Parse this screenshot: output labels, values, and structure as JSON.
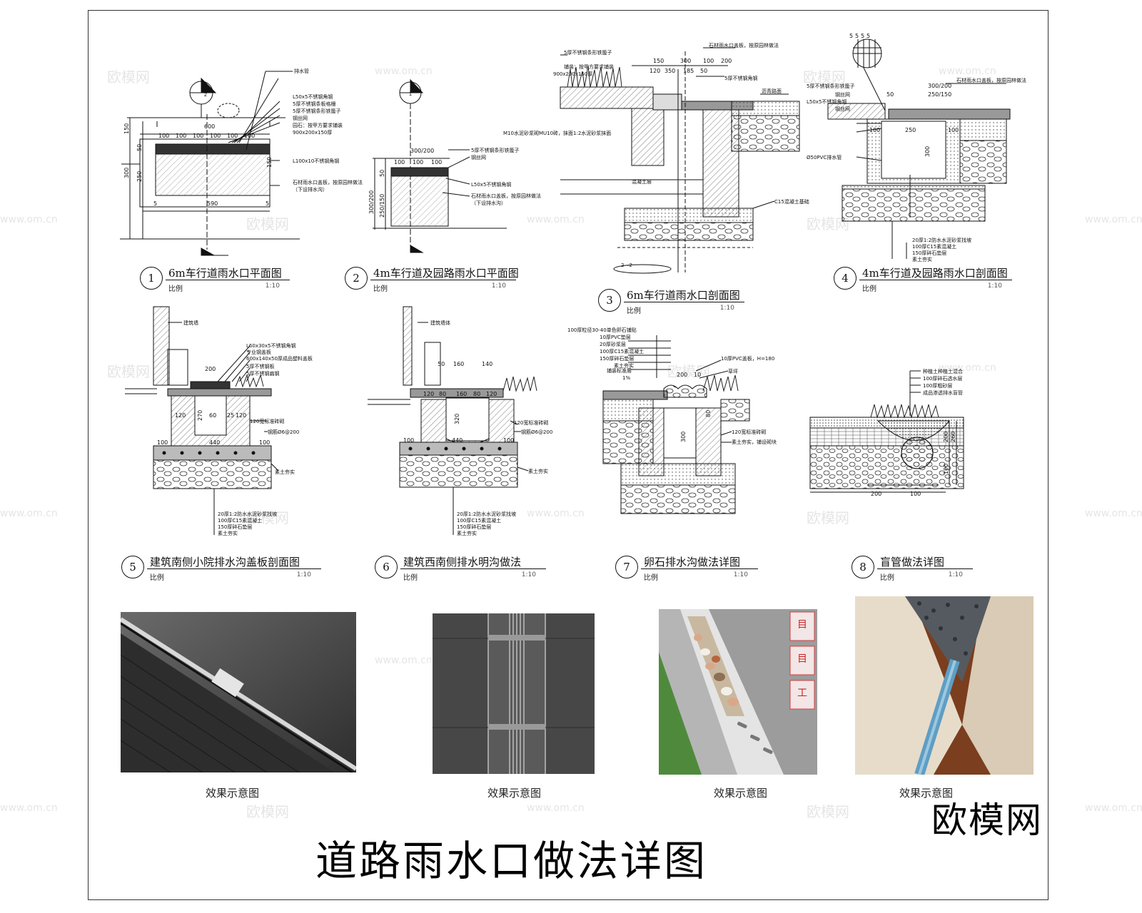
{
  "main_title": "道路雨水口做法详图",
  "brand": "欧模网",
  "watermark": {
    "text": "欧模网",
    "url": "www.om.cn"
  },
  "details": [
    {
      "number": "1",
      "title": "6m车行道雨水口平面图",
      "scale_label": "比例",
      "scale": "1:10"
    },
    {
      "number": "2",
      "title": "4m车行道及园路雨水口平面图",
      "scale_label": "比例",
      "scale": "1:10"
    },
    {
      "number": "3",
      "title": "6m车行道雨水口剖面图",
      "scale_label": "比例",
      "scale": "1:10"
    },
    {
      "number": "4",
      "title": "4m车行道及园路雨水口剖面图",
      "scale_label": "比例",
      "scale": "1:10"
    },
    {
      "number": "5",
      "title": "建筑南侧小院排水沟盖板剖面图",
      "scale_label": "比例",
      "scale": "1:10"
    },
    {
      "number": "6",
      "title": "建筑西南侧排水明沟做法",
      "scale_label": "比例",
      "scale": "1:10"
    },
    {
      "number": "7",
      "title": "卵石排水沟做法详图",
      "scale_label": "比例",
      "scale": "1:10"
    },
    {
      "number": "8",
      "title": "盲管做法详图",
      "scale_label": "比例",
      "scale": "1:10"
    }
  ],
  "photo_captions": [
    "效果示意图",
    "效果示意图",
    "效果示意图",
    "效果示意图"
  ],
  "photo3_side_labels": [
    "目",
    "目",
    "工"
  ],
  "annotations": {
    "d1": {
      "section_mark": "2",
      "dims_top": [
        "600",
        "100",
        "100",
        "100",
        "100",
        "100",
        "100"
      ],
      "dims_left": [
        "150",
        "300",
        "50",
        "250"
      ],
      "dims_bottom": [
        "5",
        "590",
        "5"
      ],
      "dims_right": [
        "150"
      ],
      "notes": [
        "排水管",
        "L50x5不锈钢角钢",
        "5厚不锈钢条板格栅",
        "5厚不锈钢条形铁篦子",
        "钢丝网",
        "园石：按甲方要求铺装",
        "900x200x150厚",
        "L100x10不锈钢角钢",
        "石材雨水口盖板，按原园林做法",
        "（下设排水沟）"
      ]
    },
    "d2": {
      "section_mark": "1",
      "dims_top": [
        "300/200",
        "100",
        "100",
        "100"
      ],
      "dims_left": [
        "50",
        "300/200",
        "250/150"
      ],
      "notes": [
        "5厚不锈钢条形铁篦子",
        "钢丝网",
        "L50x5不锈钢角钢",
        "石材雨水口盖板，按原园林做法",
        "（下设排水沟）"
      ]
    },
    "d3": {
      "dims_top": [
        "150",
        "300",
        "100",
        "200",
        "120",
        "350",
        "185",
        "50"
      ],
      "notes": [
        "5厚不锈钢条形铁篦子",
        "铺装：按甲方要求铺装",
        "900x200x150厚",
        "石材雨水口盖板，按原园林做法",
        "5厚不锈钢角钢",
        "沥青路面",
        "M10水泥砂浆砌MU10砖，抹面1:2水泥砂浆抹面",
        "混凝土层",
        "C15混凝土基础"
      ],
      "section_note": "2—2"
    },
    "d4": {
      "dims_top": [
        "5",
        "5",
        "5",
        "5",
        "300/200",
        "250/150",
        "50"
      ],
      "dims_mid": [
        "100",
        "250",
        "100"
      ],
      "dims_side": [
        "300"
      ],
      "notes": [
        "5厚不锈钢条形铁篦子",
        "钢丝网",
        "L50x5不锈钢角钢",
        "钢丝网",
        "Ø50PVC排水管",
        "石材雨水口盖板，按原园林做法",
        "20厚1:2防水水泥砂浆找坡",
        "100厚C15素混凝土",
        "150厚碎石垫层",
        "素土夯实"
      ]
    },
    "d5": {
      "dims": [
        "200",
        "120",
        "270",
        "60",
        "25",
        "440",
        "100",
        "100",
        "120"
      ],
      "notes": [
        "建筑墙",
        "L60x30x5不锈钢角钢",
        "专业钢盖板",
        "600x140x50厚成品塑料盖板",
        "5厚不锈钢板",
        "5厚不锈钢扁钢",
        "120宽标准砖砌",
        "钢筋Ø6@200",
        "素土夯实",
        "20厚1:2防水水泥砂浆找坡",
        "100厚C15素混凝土",
        "150厚碎石垫层",
        "素土夯实"
      ]
    },
    "d6": {
      "dims": [
        "50",
        "160",
        "140",
        "120",
        "80",
        "160",
        "80",
        "120",
        "320",
        "100",
        "440",
        "100"
      ],
      "notes": [
        "建筑墙体",
        "120宽标准砖砌",
        "钢筋Ø6@200",
        "素土夯实",
        "20厚1:2防水水泥砂浆找坡",
        "100厚C15素混凝土",
        "150厚碎石垫层",
        "素土夯实"
      ]
    },
    "d7": {
      "dims": [
        "200",
        "10",
        "80",
        "300"
      ],
      "notes": [
        "100厚粒径30-40单色卵石铺贴",
        "10厚PVC垫层",
        "20厚砂浆层",
        "100厚C15素混凝土",
        "150厚碎石垫层",
        "素土夯实",
        "10厚PVC盖板，H=180",
        "草坪",
        "铺装标准层",
        "1%",
        "120宽标准砖砌",
        "素土夯实，铺设砌块"
      ]
    },
    "d8": {
      "dims": [
        "200",
        "100",
        "200",
        "260",
        "100"
      ],
      "notes": [
        "种植土种植土混合",
        "100厚碎石透水层",
        "100厚粗砂层",
        "成品渗透排水盲管"
      ]
    }
  }
}
